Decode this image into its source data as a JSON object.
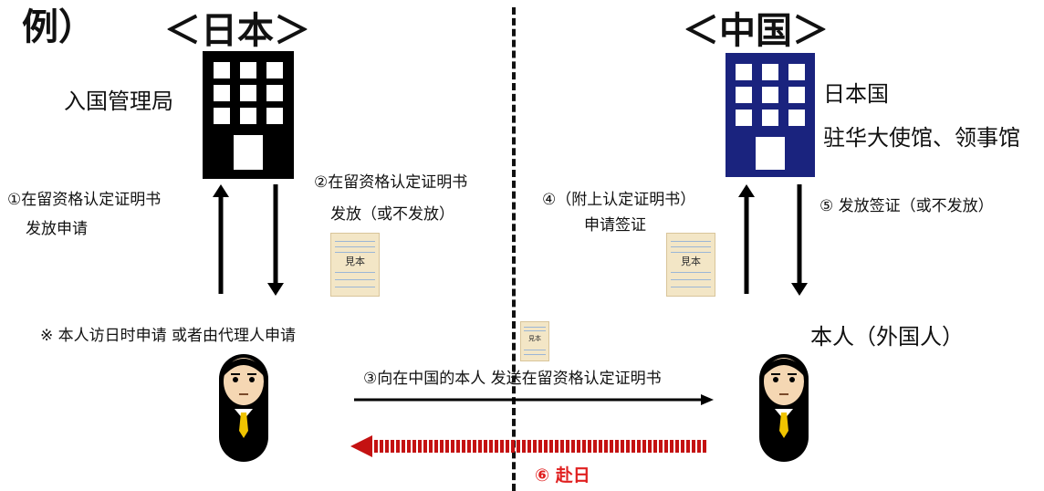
{
  "example_label": "例）",
  "left": {
    "heading": "＜日本＞",
    "office": "入国管理局",
    "step1_line1": "①在留资格认定证明书",
    "step1_line2": "发放申请",
    "step2_line1": "②在留资格认定证明书",
    "step2_line2": "发放（或不发放）",
    "note": "※ 本人访日时申请 或者由代理人申请",
    "doc_stamp": "見本"
  },
  "right": {
    "heading": "＜中国＞",
    "office_line1": "日本国",
    "office_line2": "驻华大使馆、领事馆",
    "step4_line1": "④（附上认定证明书）",
    "step4_line2": "申请签证",
    "step5": "⑤ 发放签证（或不发放）",
    "person": "本人（外国人）",
    "doc_stamp": "見本"
  },
  "middle": {
    "step3": "③向在中国的本人 发送在留资格认定证明书",
    "step6": "⑥ 赴日",
    "doc_stamp": "見本"
  },
  "colors": {
    "japan_building": "#000000",
    "china_building": "#1a237e",
    "step6_text": "#e02020",
    "return_arrow": "#c41212",
    "window": "#ffffff"
  }
}
